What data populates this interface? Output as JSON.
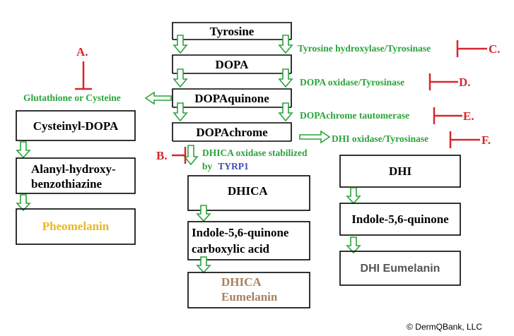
{
  "pathway": {
    "main": [
      "Tyrosine",
      "DOPA",
      "DOPAquinone",
      "DOPAchrome"
    ],
    "enzymes": {
      "tyr_to_dopa": "Tyrosine hydroxylase/Tyrosinase",
      "dopa_to_dq": "DOPA oxidase/Tyrosinase",
      "dc_tautomerase": "DOPAchrome tautomerase",
      "dhi_oxidase": "DHI oxidase/Tyrosinase",
      "dhica_oxidase_line1": "DHICA oxidase stabilized",
      "dhica_oxidase_by": "by",
      "dhica_oxidase_tyrp1": "TYRP1",
      "glutathione": "Glutathione or Cysteine"
    },
    "pheo_branch": {
      "cysteinyl": "Cysteinyl-DOPA",
      "alanyl_line1": "Alanyl-hydroxy-",
      "alanyl_line2": "benzothiazine",
      "pheomelanin": "Pheomelanin"
    },
    "dhica_branch": {
      "dhica": "DHICA",
      "indole_carboxy_line1": "Indole-5,6-quinone",
      "indole_carboxy_line2": "carboxylic acid",
      "eumelanin_line1": "DHICA",
      "eumelanin_line2": "Eumelanin"
    },
    "dhi_branch": {
      "dhi": "DHI",
      "indole_quinone": "Indole-5,6-quinone",
      "eumelanin": "DHI Eumelanin"
    },
    "inhibitors": {
      "a": "A.",
      "b": "B.",
      "c": "C.",
      "d": "D.",
      "e": "E.",
      "f": "F."
    }
  },
  "copyright": "© DermQBank, LLC",
  "colors": {
    "arrow_green": "#2aa43a",
    "inhibitor_red": "#d7262a",
    "pheomelanin_yellow": "#e8b726",
    "dhica_eumelanin_brown": "#a9805d",
    "tyrp1_blue": "#3d4db8"
  }
}
